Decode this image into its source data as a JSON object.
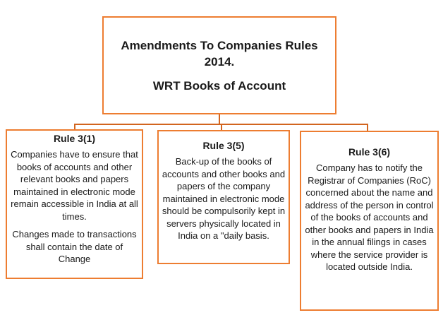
{
  "diagram": {
    "root": {
      "title_line1": "Amendments To Companies Rules 2014.",
      "title_line2": "WRT Books of Account"
    },
    "children": [
      {
        "heading": "Rule 3(1)",
        "paragraphs": [
          "Companies have to ensure that books of accounts and other relevant books and papers maintained in electronic mode remain accessible in India at all times.",
          "Changes made to transactions shall contain the date of Change"
        ]
      },
      {
        "heading": "Rule 3(5)",
        "paragraphs": [
          "Back-up of the books of accounts and other books and papers of the company maintained in electronic mode should be compulsorily kept in servers physically located in India on a \"daily basis."
        ]
      },
      {
        "heading": "Rule 3(6)",
        "paragraphs": [
          "Company has to notify the Registrar of Companies (RoC) concerned about the name and address of the person in control of the books of accounts and other books and papers in India in the annual filings in cases where the service provider is located outside India."
        ]
      }
    ],
    "colors": {
      "box_border": "#ed7d31",
      "connector": "#d2651f",
      "text": "#1a1a1a",
      "background": "#ffffff"
    }
  }
}
